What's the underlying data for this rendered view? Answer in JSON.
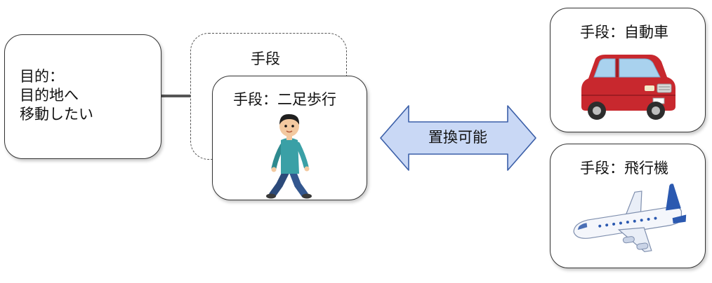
{
  "purpose": {
    "lines": [
      "目的：",
      "目的地へ",
      "移動したい"
    ]
  },
  "means_group": {
    "label": "手段"
  },
  "means_walk": {
    "label": "手段：二足歩行"
  },
  "replace_arrow": {
    "label": "置換可能",
    "fill": "#c9d8f5",
    "stroke": "#3b5fa8"
  },
  "means_car": {
    "label": "手段：自動車"
  },
  "means_plane": {
    "label": "手段：飛行機"
  },
  "illustrations": [
    "walking-person-icon",
    "red-car-icon",
    "airplane-icon"
  ]
}
